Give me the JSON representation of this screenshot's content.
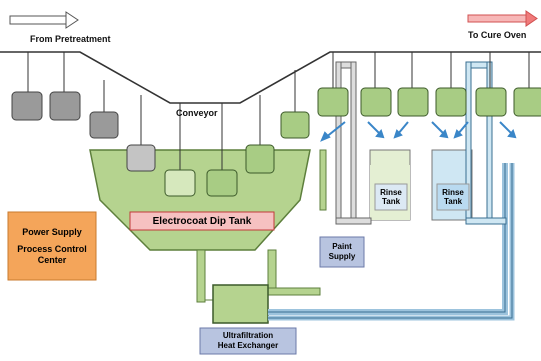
{
  "labels": {
    "from_pretreatment": "From Pretreatment",
    "to_cure_oven": "To Cure Oven",
    "conveyor": "Conveyor",
    "electrocoat_dip_tank": "Electrocoat Dip Tank",
    "power_supply": "Power Supply",
    "process_control_center": "Process Control Center",
    "paint_supply": "Paint Supply",
    "rinse_tank": "Rinse Tank",
    "ultrafiltration": "Ultrafiltration",
    "heat_exchanger": "Heat Exchanger"
  },
  "colors": {
    "tank_green": "#b5d38f",
    "tank_green_light": "#d6e8bd",
    "part_fill": "#a8cc84",
    "part_stroke": "#3c5a2a",
    "gray_part": "#9a9a9a",
    "gray_part_light": "#c4c4c4",
    "conveyor_line": "#333333",
    "pipe_blue": "#9cc3dd",
    "rinse_water": "#cfe7f3",
    "rinse_light": "#e4efd3",
    "power_box": "#f4a55a",
    "label_box_blue": "#b8c4e0",
    "dip_tank_label_bg": "#f6c1c1",
    "dip_tank_label_border": "#c13a3a",
    "arrow_white": "#ffffff",
    "arrow_red": "#f07a7a"
  }
}
